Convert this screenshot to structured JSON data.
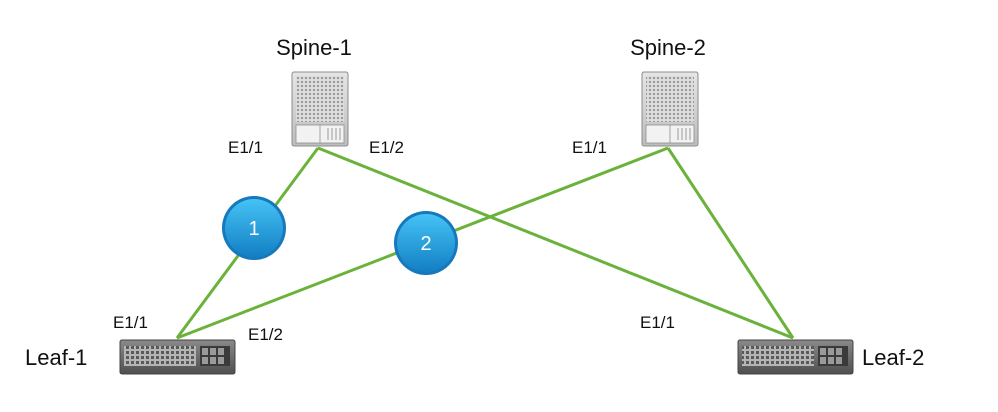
{
  "devices": {
    "spine1": {
      "name": "Spine-1"
    },
    "spine2": {
      "name": "Spine-2"
    },
    "leaf1": {
      "name": "Leaf-1"
    },
    "leaf2": {
      "name": "Leaf-2"
    }
  },
  "ports": {
    "spine1_e11": "E1/1",
    "spine1_e12": "E1/2",
    "spine2_e11": "E1/1",
    "leaf1_e11": "E1/1",
    "leaf1_e12": "E1/2",
    "leaf2_e11": "E1/1"
  },
  "links": [
    {
      "from": "spine1",
      "to": "leaf1",
      "badge": "1"
    },
    {
      "from": "spine2",
      "to": "leaf1",
      "badge": "2"
    },
    {
      "from": "spine1",
      "to": "leaf2"
    },
    {
      "from": "spine2",
      "to": "leaf2"
    }
  ],
  "colors": {
    "link": "#6bb23a",
    "badge_outer": "#1a86c8",
    "badge_inner": "#39b6f0",
    "device_body": "#d9d9d9",
    "device_dark": "#6f6f6f"
  }
}
